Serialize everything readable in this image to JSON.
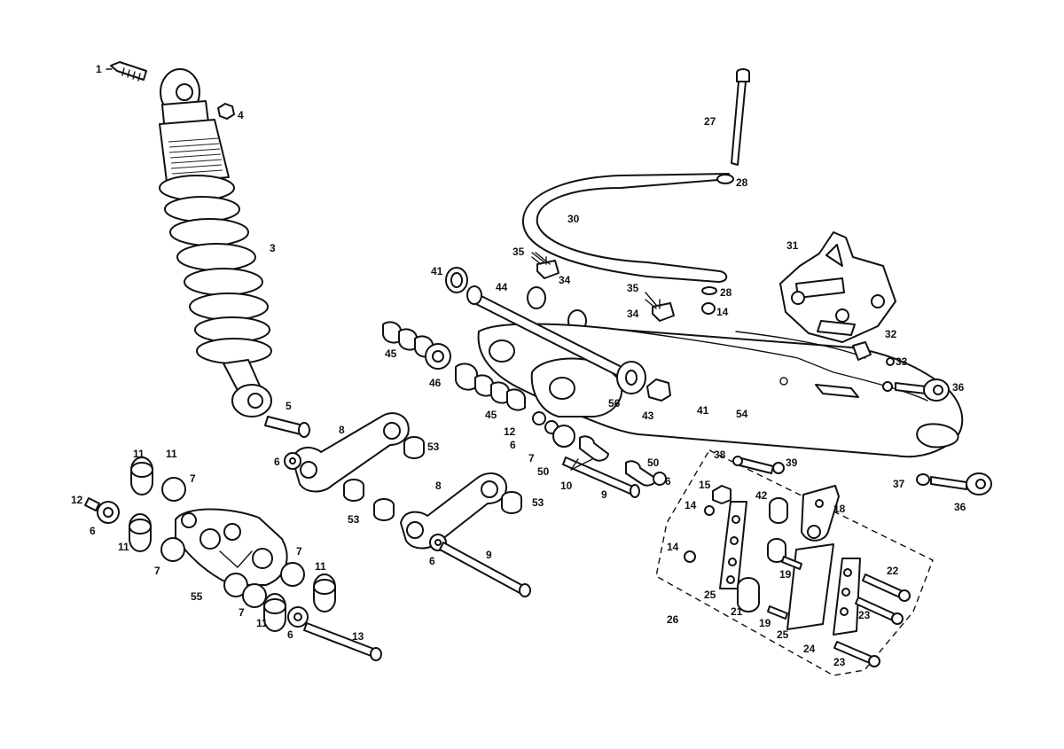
{
  "labels": [
    {
      "id": "l1",
      "text": "1"
    },
    {
      "id": "l3",
      "text": "3"
    },
    {
      "id": "l4",
      "text": "4"
    },
    {
      "id": "l5",
      "text": "5"
    },
    {
      "id": "l6a",
      "text": "6"
    },
    {
      "id": "l6b",
      "text": "6"
    },
    {
      "id": "l6c",
      "text": "6"
    },
    {
      "id": "l6d",
      "text": "6"
    },
    {
      "id": "l6e",
      "text": "6"
    },
    {
      "id": "l6f",
      "text": "6"
    },
    {
      "id": "l7a",
      "text": "7"
    },
    {
      "id": "l7b",
      "text": "7"
    },
    {
      "id": "l7c",
      "text": "7"
    },
    {
      "id": "l7d",
      "text": "7"
    },
    {
      "id": "l7e",
      "text": "7"
    },
    {
      "id": "l8a",
      "text": "8"
    },
    {
      "id": "l8b",
      "text": "8"
    },
    {
      "id": "l9a",
      "text": "9"
    },
    {
      "id": "l9b",
      "text": "9"
    },
    {
      "id": "l10",
      "text": "10"
    },
    {
      "id": "l11a",
      "text": "11"
    },
    {
      "id": "l11b",
      "text": "11"
    },
    {
      "id": "l11c",
      "text": "11"
    },
    {
      "id": "l11d",
      "text": "11"
    },
    {
      "id": "l11e",
      "text": "11"
    },
    {
      "id": "l12a",
      "text": "12"
    },
    {
      "id": "l12b",
      "text": "12"
    },
    {
      "id": "l13",
      "text": "13"
    },
    {
      "id": "l14a",
      "text": "14"
    },
    {
      "id": "l14b",
      "text": "14"
    },
    {
      "id": "l14c",
      "text": "14"
    },
    {
      "id": "l15",
      "text": "15"
    },
    {
      "id": "l18",
      "text": "18"
    },
    {
      "id": "l19a",
      "text": "19"
    },
    {
      "id": "l19b",
      "text": "19"
    },
    {
      "id": "l21",
      "text": "21"
    },
    {
      "id": "l22",
      "text": "22"
    },
    {
      "id": "l23a",
      "text": "23"
    },
    {
      "id": "l23b",
      "text": "23"
    },
    {
      "id": "l24",
      "text": "24"
    },
    {
      "id": "l25a",
      "text": "25"
    },
    {
      "id": "l25b",
      "text": "25"
    },
    {
      "id": "l26",
      "text": "26"
    },
    {
      "id": "l27",
      "text": "27"
    },
    {
      "id": "l28a",
      "text": "28"
    },
    {
      "id": "l28b",
      "text": "28"
    },
    {
      "id": "l30",
      "text": "30"
    },
    {
      "id": "l31",
      "text": "31"
    },
    {
      "id": "l32",
      "text": "32"
    },
    {
      "id": "l33",
      "text": "33"
    },
    {
      "id": "l34a",
      "text": "34"
    },
    {
      "id": "l34b",
      "text": "34"
    },
    {
      "id": "l35a",
      "text": "35"
    },
    {
      "id": "l35b",
      "text": "35"
    },
    {
      "id": "l36a",
      "text": "36"
    },
    {
      "id": "l36b",
      "text": "36"
    },
    {
      "id": "l37",
      "text": "37"
    },
    {
      "id": "l38",
      "text": "38"
    },
    {
      "id": "l39",
      "text": "39"
    },
    {
      "id": "l41a",
      "text": "41"
    },
    {
      "id": "l41b",
      "text": "41"
    },
    {
      "id": "l42",
      "text": "42"
    },
    {
      "id": "l43",
      "text": "43"
    },
    {
      "id": "l44",
      "text": "44"
    },
    {
      "id": "l45a",
      "text": "45"
    },
    {
      "id": "l45b",
      "text": "45"
    },
    {
      "id": "l46",
      "text": "46"
    },
    {
      "id": "l50a",
      "text": "50"
    },
    {
      "id": "l50b",
      "text": "50"
    },
    {
      "id": "l53a",
      "text": "53"
    },
    {
      "id": "l53b",
      "text": "53"
    },
    {
      "id": "l53c",
      "text": "53"
    },
    {
      "id": "l54",
      "text": "54"
    },
    {
      "id": "l55",
      "text": "55"
    },
    {
      "id": "l56",
      "text": "56"
    }
  ]
}
